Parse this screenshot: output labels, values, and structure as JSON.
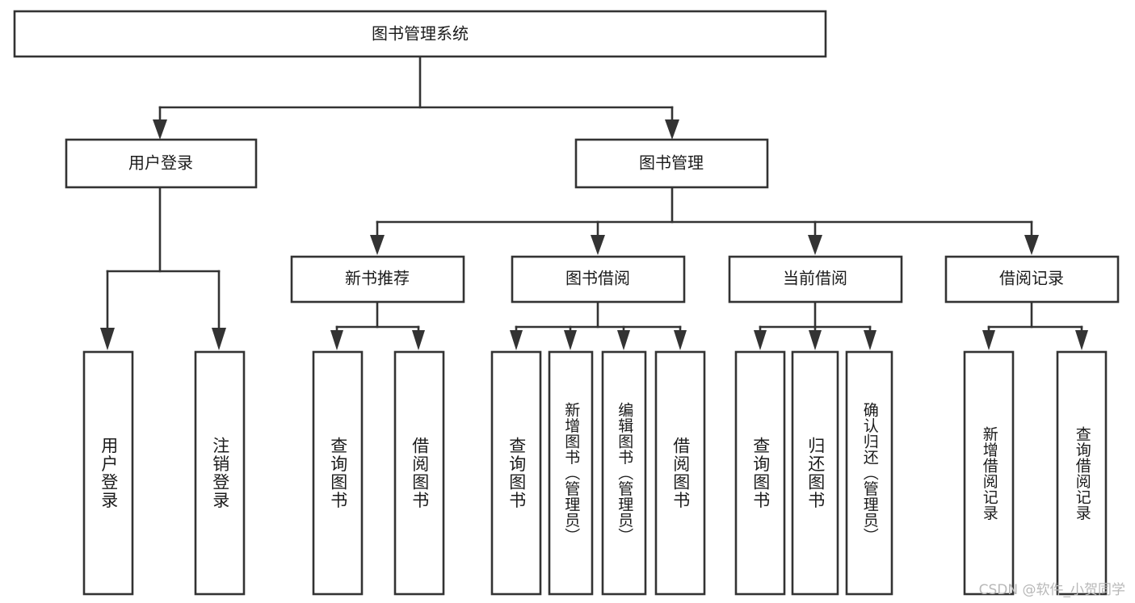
{
  "diagram": {
    "title": "图书管理系统",
    "type": "tree",
    "watermark": "CSDN @软件_小贺同学",
    "colors": {
      "background": "#ffffff",
      "box_fill": "#ffffff",
      "box_stroke": "#333333",
      "text": "#1b1b1b",
      "watermark": "#b8b8b8"
    },
    "root": {
      "label": "图书管理系统",
      "level": 0
    },
    "level1": [
      {
        "label": "用户登录"
      },
      {
        "label": "图书管理"
      }
    ],
    "level2": [
      {
        "label": "新书推荐"
      },
      {
        "label": "图书借阅"
      },
      {
        "label": "当前借阅"
      },
      {
        "label": "借阅记录"
      }
    ],
    "leaves": {
      "user_login": [
        {
          "label": "用户登录"
        },
        {
          "label": "注销登录"
        }
      ],
      "new_book_recommend": [
        {
          "label": "查询图书"
        },
        {
          "label": "借阅图书"
        }
      ],
      "book_borrow": [
        {
          "label": "查询图书"
        },
        {
          "label": "新增图书（管理员）"
        },
        {
          "label": "编辑图书（管理员）"
        },
        {
          "label": "借阅图书"
        }
      ],
      "current_borrow": [
        {
          "label": "查询图书"
        },
        {
          "label": "归还图书"
        },
        {
          "label": "确认归还（管理员）"
        }
      ],
      "borrow_records": [
        {
          "label": "新增借阅记录"
        },
        {
          "label": "查询借阅记录"
        }
      ]
    }
  }
}
